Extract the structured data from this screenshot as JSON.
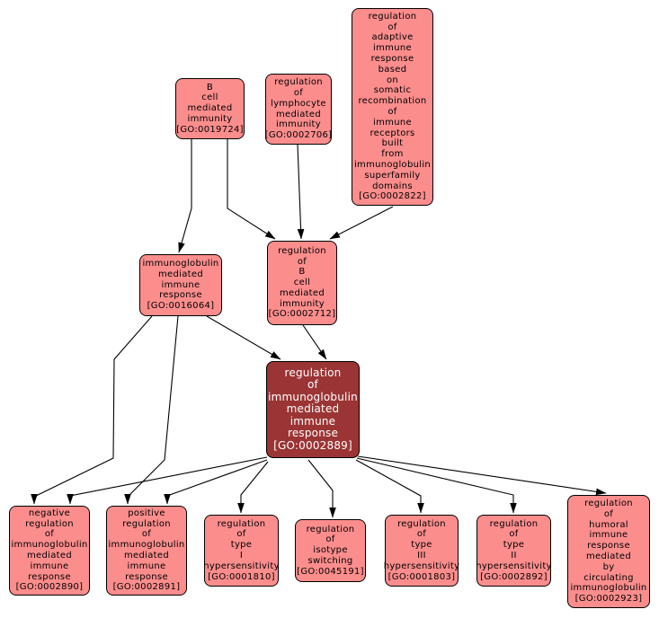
{
  "diagram": {
    "type": "go-term-dag",
    "background_color": "#ffffff",
    "node_fill_color": "#fc8d8d",
    "node_border_color": "#000000",
    "node_text_color": "#000000",
    "focus_node_fill_color": "#9b3434",
    "focus_node_text_color": "#ffffff",
    "edge_color": "#000000",
    "focus_term_id": "GO:0002889"
  },
  "nodes": [
    {
      "id": "GO:0019724",
      "term": "B cell mediated immunity",
      "label": "B\ncell\nmediated\nimmunity\n[GO:0019724]"
    },
    {
      "id": "GO:0002706",
      "term": "regulation of lymphocyte mediated immunity",
      "label": "regulation\nof\nlymphocyte\nmediated\nimmunity\n[GO:0002706]"
    },
    {
      "id": "GO:0002822",
      "term": "regulation of adaptive immune response based on somatic recombination of immune receptors built from immunoglobulin superfamily domains",
      "label": "regulation\nof\nadaptive\nimmune\nresponse\nbased\non\nsomatic\nrecombination\nof\nimmune\nreceptors\nbuilt\nfrom\nimmunoglobulin\nsuperfamily\ndomains\n[GO:0002822]"
    },
    {
      "id": "GO:0016064",
      "term": "immunoglobulin mediated immune response",
      "label": "immunoglobulin\nmediated\nimmune\nresponse\n[GO:0016064]"
    },
    {
      "id": "GO:0002712",
      "term": "regulation of B cell mediated immunity",
      "label": "regulation\nof\nB\ncell\nmediated\nimmunity\n[GO:0002712]"
    },
    {
      "id": "GO:0002889",
      "term": "regulation of immunoglobulin mediated immune response",
      "label": "regulation\nof\nimmunoglobulin\nmediated\nimmune\nresponse\n[GO:0002889]"
    },
    {
      "id": "GO:0002890",
      "term": "negative regulation of immunoglobulin mediated immune response",
      "label": "negative\nregulation\nof\nimmunoglobulin\nmediated\nimmune\nresponse\n[GO:0002890]"
    },
    {
      "id": "GO:0002891",
      "term": "positive regulation of immunoglobulin mediated immune response",
      "label": "positive\nregulation\nof\nimmunoglobulin\nmediated\nimmune\nresponse\n[GO:0002891]"
    },
    {
      "id": "GO:0001810",
      "term": "regulation of type I hypersensitivity",
      "label": "regulation\nof\ntype\nI\nhypersensitivity\n[GO:0001810]"
    },
    {
      "id": "GO:0045191",
      "term": "regulation of isotype switching",
      "label": "regulation\nof\nisotype\nswitching\n[GO:0045191]"
    },
    {
      "id": "GO:0001803",
      "term": "regulation of type III hypersensitivity",
      "label": "regulation\nof\ntype\nIII\nhypersensitivity\n[GO:0001803]"
    },
    {
      "id": "GO:0002892",
      "term": "regulation of type II hypersensitivity",
      "label": "regulation\nof\ntype\nII\nhypersensitivity\n[GO:0002892]"
    },
    {
      "id": "GO:0002923",
      "term": "regulation of humoral immune response mediated by circulating immunoglobulin",
      "label": "regulation\nof\nhumoral\nimmune\nresponse\nmediated\nby\ncirculating\nimmunoglobulin\n[GO:0002923]"
    }
  ],
  "edges": [
    {
      "from": "GO:0019724",
      "to": "GO:0016064"
    },
    {
      "from": "GO:0019724",
      "to": "GO:0002712"
    },
    {
      "from": "GO:0002706",
      "to": "GO:0002712"
    },
    {
      "from": "GO:0002822",
      "to": "GO:0002712"
    },
    {
      "from": "GO:0016064",
      "to": "GO:0002889"
    },
    {
      "from": "GO:0002712",
      "to": "GO:0002889"
    },
    {
      "from": "GO:0016064",
      "to": "GO:0002890"
    },
    {
      "from": "GO:0016064",
      "to": "GO:0002891"
    },
    {
      "from": "GO:0002889",
      "to": "GO:0002890"
    },
    {
      "from": "GO:0002889",
      "to": "GO:0002891"
    },
    {
      "from": "GO:0002889",
      "to": "GO:0001810"
    },
    {
      "from": "GO:0002889",
      "to": "GO:0045191"
    },
    {
      "from": "GO:0002889",
      "to": "GO:0001803"
    },
    {
      "from": "GO:0002889",
      "to": "GO:0002892"
    },
    {
      "from": "GO:0002889",
      "to": "GO:0002923"
    }
  ]
}
